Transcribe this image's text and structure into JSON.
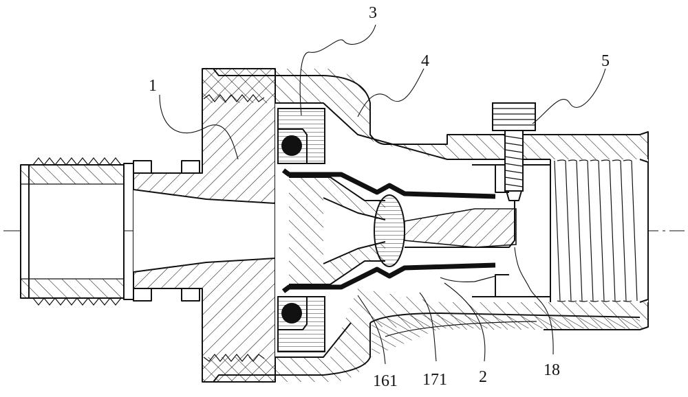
{
  "diagram": {
    "labels": [
      {
        "id": "label-1",
        "text": "1"
      },
      {
        "id": "label-3",
        "text": "3"
      },
      {
        "id": "label-4",
        "text": "4"
      },
      {
        "id": "label-5",
        "text": "5"
      },
      {
        "id": "label-161",
        "text": "161"
      },
      {
        "id": "label-171",
        "text": "171"
      },
      {
        "id": "label-2",
        "text": "2"
      },
      {
        "id": "label-18",
        "text": "18"
      }
    ]
  }
}
